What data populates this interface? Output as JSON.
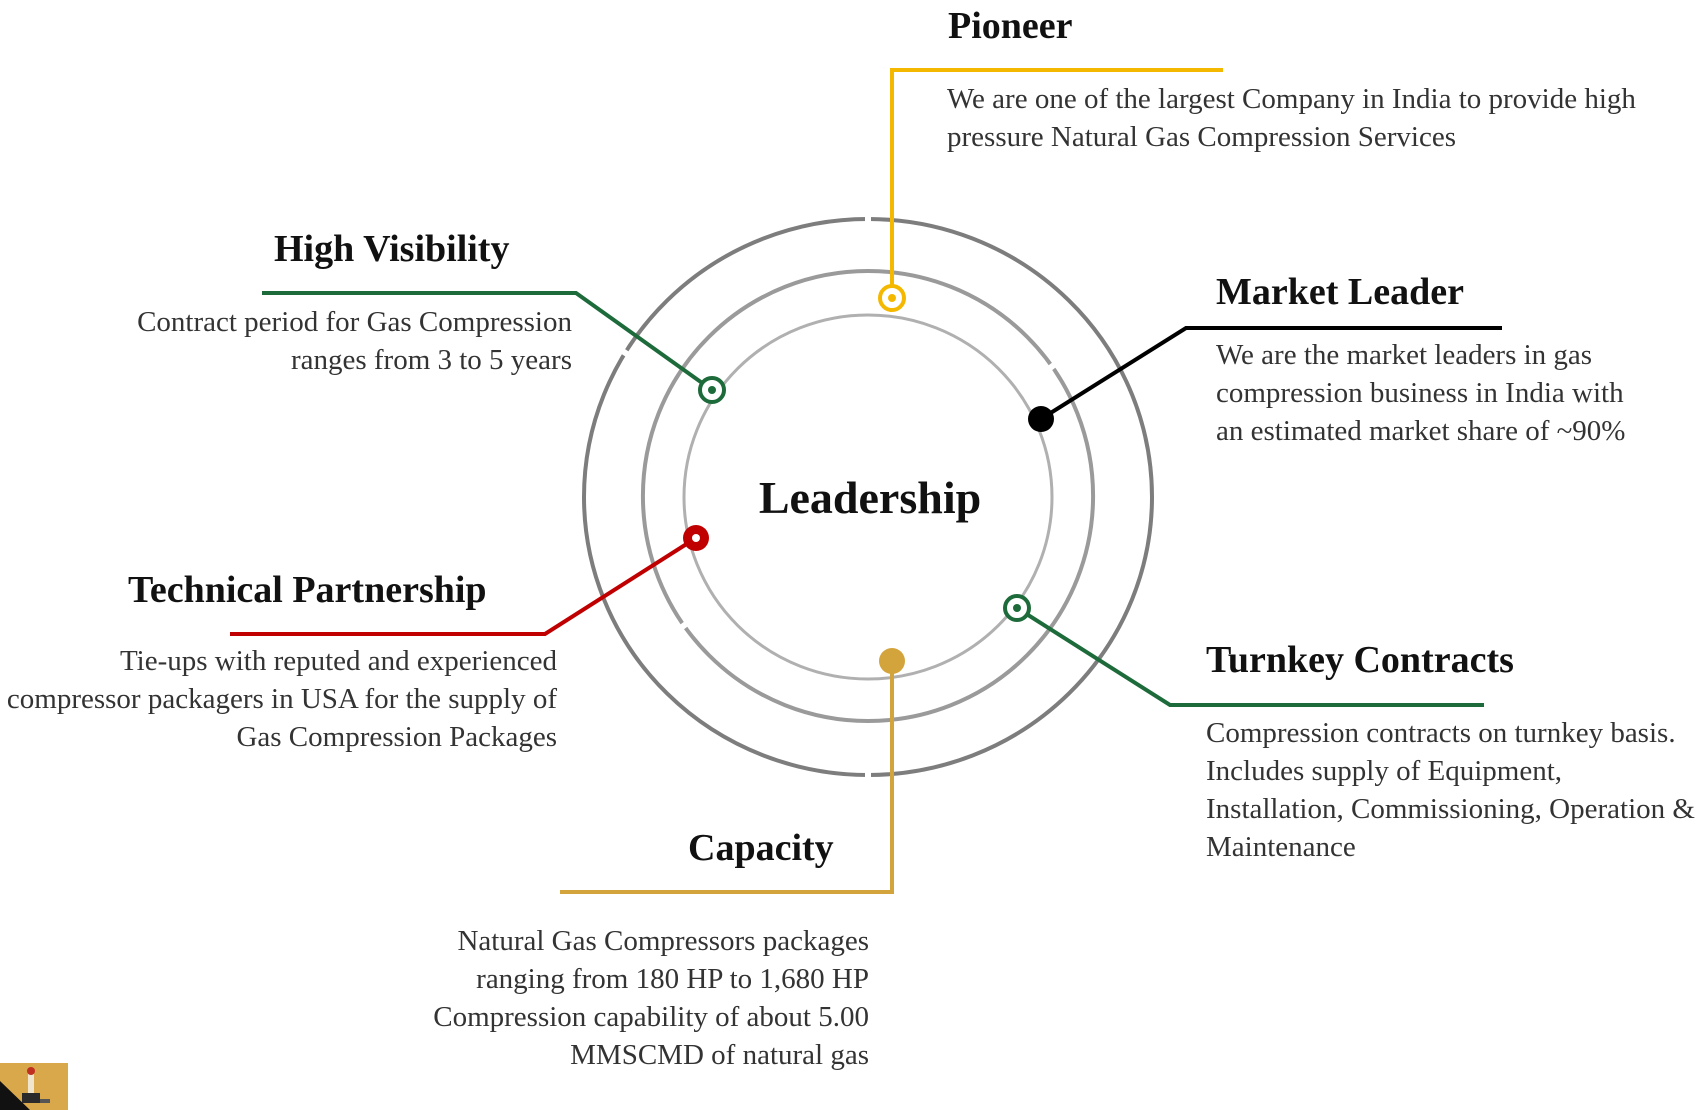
{
  "center": {
    "label": "Leadership"
  },
  "nodes": [
    {
      "id": "pioneer",
      "title": "Pioneer",
      "description": "We are one of the largest Company in India to provide high pressure Natural Gas Compression Services",
      "color": "#f5b800",
      "dot_style": "ring"
    },
    {
      "id": "market-leader",
      "title": "Market Leader",
      "description": "We are the market leaders in gas compression business in India with an estimated market share of ~90%",
      "color": "#000000",
      "dot_style": "solid"
    },
    {
      "id": "turnkey-contracts",
      "title": "Turnkey Contracts",
      "description": "Compression contracts on turnkey basis. Includes supply of Equipment, Installation, Commissioning, Operation & Maintenance",
      "color": "#1d6b3a",
      "dot_style": "ring"
    },
    {
      "id": "capacity",
      "title": "Capacity",
      "description": "Natural Gas Compressors packages ranging from 180 HP to 1,680 HP Compression capability of  about 5.00 MMSCMD of natural gas",
      "color": "#d4a43c",
      "dot_style": "solid"
    },
    {
      "id": "technical-partnership",
      "title": "Technical Partnership",
      "description": "Tie-ups with reputed and experienced compressor packagers in USA for the supply of Gas Compression Packages",
      "color": "#c00000",
      "dot_style": "ring"
    },
    {
      "id": "high-visibility",
      "title": "High Visibility",
      "description": "Contract period for Gas Compression ranges from 3 to 5 years",
      "color": "#1d6b3a",
      "dot_style": "ring"
    }
  ],
  "rings_color": "#8a8a8a",
  "logo_icon": "oil-rig-logo-icon"
}
